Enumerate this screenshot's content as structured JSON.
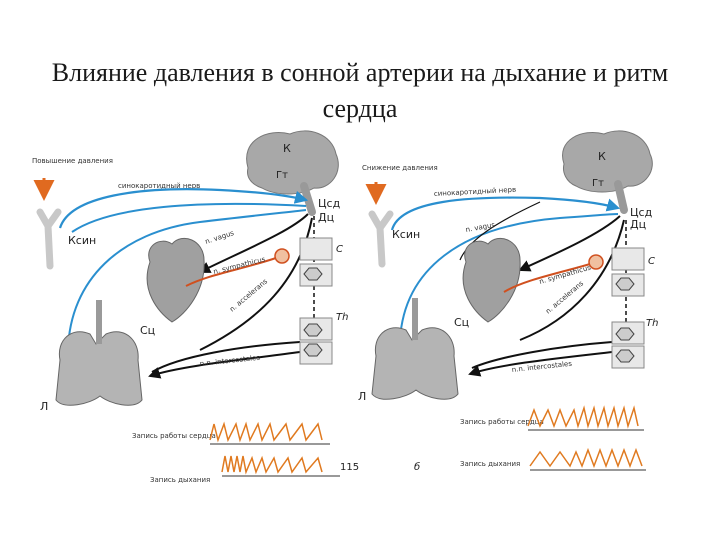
{
  "title": "Влияние давления в сонной артерии на дыхание и ритм сердца",
  "colors": {
    "afferent": "#2a8fcf",
    "vagus": "#d0501f",
    "trace": "#e07a20",
    "efferent": "#111111",
    "organ": "#9a9a9a"
  },
  "left_panel": {
    "condition": "Повышение давления",
    "nerve_label": "синокаротидный нерв",
    "ksin": "Ксин",
    "brain_k": "К",
    "brain_gt": "Гт",
    "tsd": "Цсд",
    "dts": "Дц",
    "heart_c": "С",
    "lung_th": "Th",
    "sc": "Сц",
    "lungs_l": "Л",
    "n_vagus": "n. vagus",
    "n_sympathicus": "n. sympathicus",
    "n_accelerans": "n. accelerans",
    "n_intercostales": "n.n. intercostales",
    "heart_record": "Запись работы сердца",
    "breath_record": "Запись дыхания",
    "fig_num": "115"
  },
  "right_panel": {
    "condition": "Снижение давления",
    "nerve_label": "синокаротидный нерв",
    "ksin": "Ксин",
    "brain_k": "К",
    "brain_gt": "Гт",
    "tsd": "Цсд",
    "dts": "Дц",
    "heart_c": "С",
    "lung_th": "Th",
    "sc": "Сц",
    "lungs_l": "Л",
    "n_vagus": "n. vagus",
    "n_sympathicus": "n. sympathicus",
    "n_accelerans": "n. accelerans",
    "n_intercostales": "n.n. intercostales",
    "heart_record": "Запись работы сердца",
    "breath_record": "Запись дыхания",
    "fig_letter": "б"
  }
}
